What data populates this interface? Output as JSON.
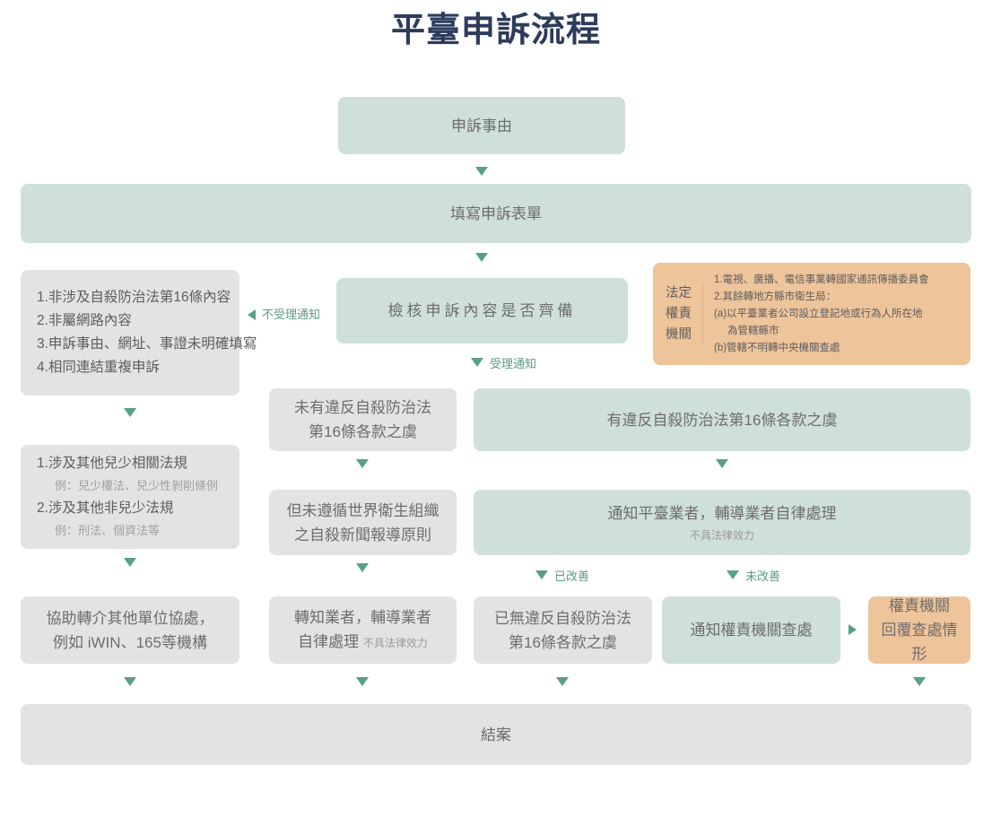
{
  "title": "平臺申訴流程",
  "colors": {
    "title": "#2e3c5b",
    "green": "#cfe0d9",
    "gray": "#e3e3e3",
    "orange": "#eec49b",
    "arrow": "#59a084",
    "edge_label": "#5b9b80",
    "body_text": "#6d6d6d",
    "sub_text": "#9a9a9a"
  },
  "nodes": {
    "reason": {
      "label": "申訴事由"
    },
    "form": {
      "label": "填寫申訴表單"
    },
    "check": {
      "label": "檢核申訴內容是否齊備"
    },
    "reject_list": {
      "items": [
        "1.非涉及自殺防治法第16條內容",
        "2.非屬網路內容",
        "3.申訴事由、網址、事證未明確填寫",
        "4.相同連結重複申訴"
      ]
    },
    "authority": {
      "label_lines": [
        "法定",
        "權責",
        "機關"
      ],
      "body_lines": [
        "1.電視、廣播、電信事業轉國家通訊傳播委員會",
        "2.其餘轉地方縣市衛生局：",
        "(a)以平臺業者公司設立登記地或行為人所在地",
        "為管轄縣市",
        "(b)管轄不明轉中央機關查處"
      ]
    },
    "other_laws": {
      "item1": "1.涉及其他兒少相關法規",
      "example1": "例：兒少權法、兒少性剝削條例",
      "item2": "2.涉及其他非兒少法規",
      "example2": "例：刑法、個資法等"
    },
    "no_violation": {
      "line1": "未有違反自殺防治法",
      "line2": "第16條各款之虞"
    },
    "has_violation": {
      "label": "有違反自殺防治法第16條各款之虞"
    },
    "not_follow_who": {
      "line1": "但未遵循世界衛生組織",
      "line2": "之自殺新聞報導原則"
    },
    "notify_platform": {
      "label": "通知平臺業者，輔導業者自律處理",
      "sub": "不具法律效力"
    },
    "refer_other": {
      "line1": "協助轉介其他單位協處，",
      "line2": "例如 iWIN、165等機構"
    },
    "inform_operator": {
      "line1": "轉知業者，輔導業者",
      "line2": "自律處理",
      "inline_sub": "不具法律效力"
    },
    "improved": {
      "line1": "已無違反自殺防治法",
      "line2": "第16條各款之虞"
    },
    "notify_authority": {
      "label": "通知權責機關查處"
    },
    "authority_reply": {
      "line1": "權責機關",
      "line2": "回覆查處情形"
    },
    "close": {
      "label": "結案"
    }
  },
  "edge_labels": {
    "reject_notice": "不受理通知",
    "accept_notice": "受理通知",
    "improved": "已改善",
    "not_improved": "未改善"
  }
}
